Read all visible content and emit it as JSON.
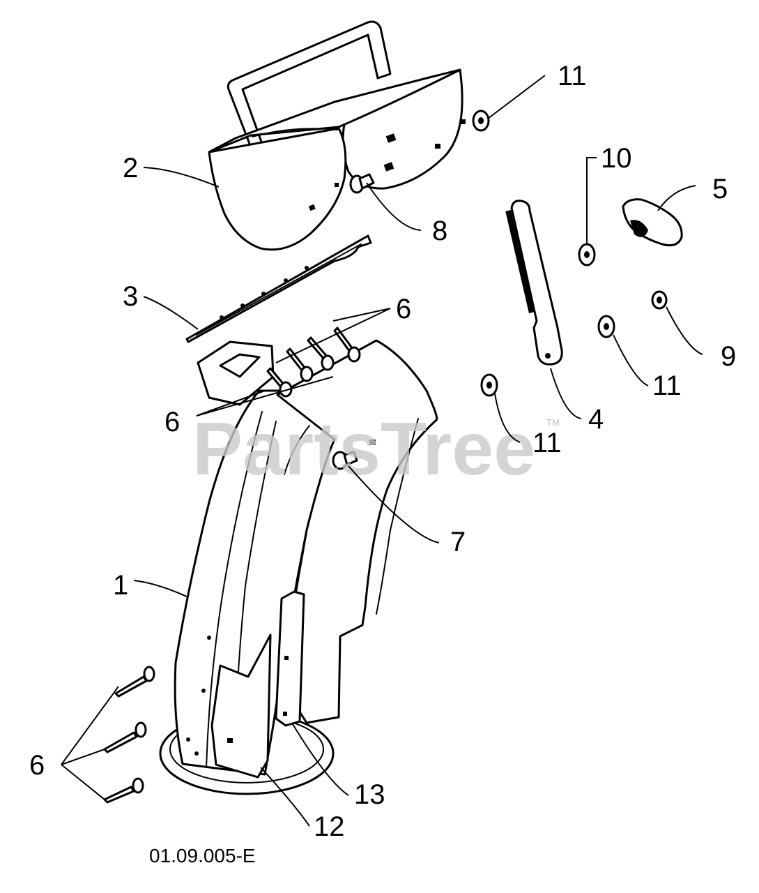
{
  "watermark": {
    "text": "PartsTree",
    "trademark": "TM"
  },
  "figure_code": "01.09.005-E",
  "callouts": {
    "c1": "1",
    "c2": "2",
    "c3": "3",
    "c4": "4",
    "c5": "5",
    "c6_top": "6",
    "c6_mid": "6",
    "c6_bottom": "6",
    "c7": "7",
    "c8": "8",
    "c9": "9",
    "c10": "10",
    "c11_top": "11",
    "c11_mid": "11",
    "c11_right": "11",
    "c12": "12",
    "c13": "13"
  }
}
